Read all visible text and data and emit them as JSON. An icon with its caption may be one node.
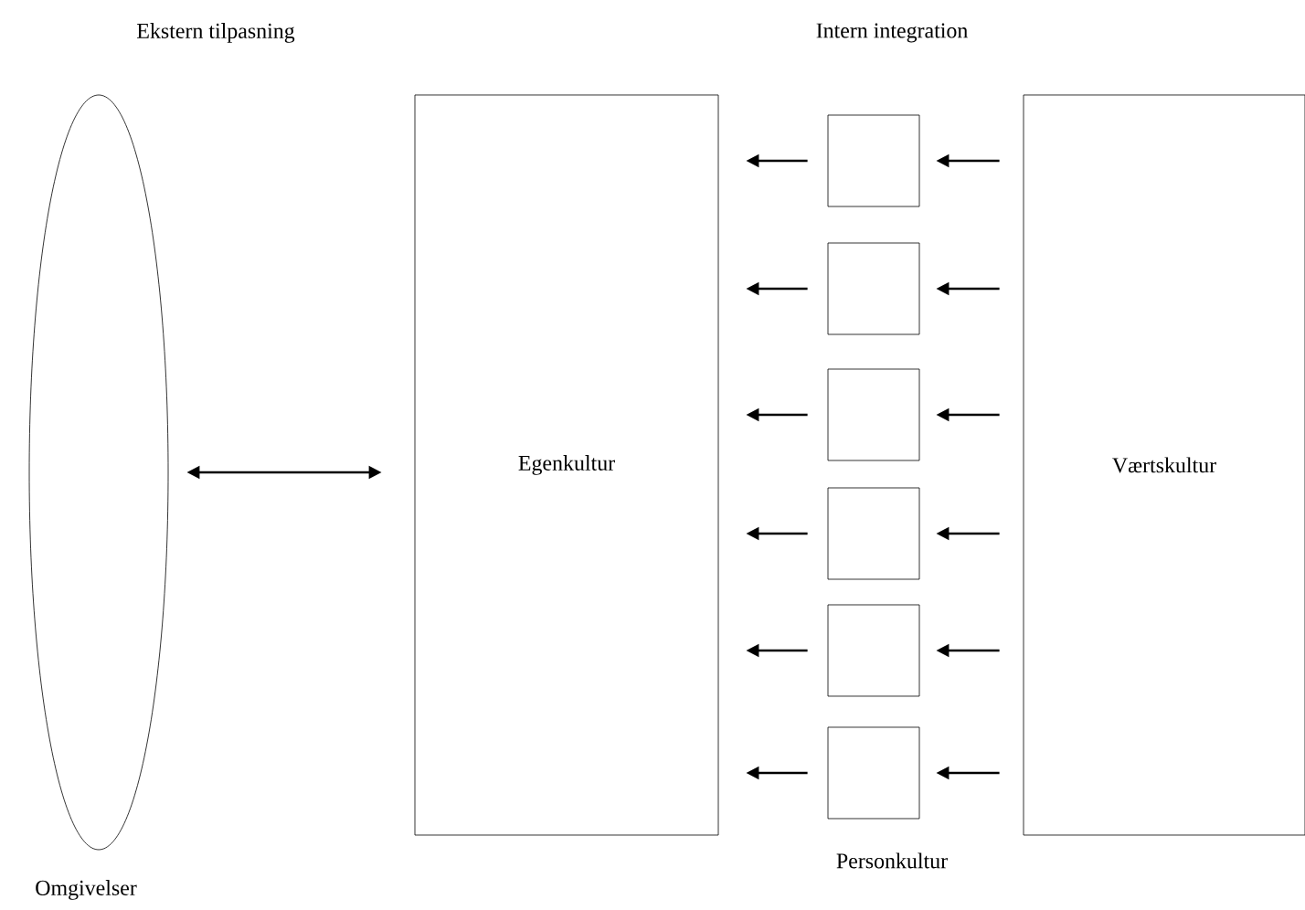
{
  "diagram": {
    "nodes": [
      {
        "text": [
          "Omgivelser"
        ]
      },
      {
        "text": [
          "Egenkultur"
        ]
      },
      {
        "text": [],
        "shape": "box"
      },
      {
        "text": [],
        "shape": "box"
      },
      {
        "text": [],
        "shape": "box"
      },
      {
        "text": [],
        "shape": "box"
      },
      {
        "text": [],
        "shape": "box"
      },
      {
        "text": [],
        "shape": "box"
      },
      {
        "text": [
          "Værtskultur"
        ]
      }
    ],
    "edges": [
      {
        "from": 0,
        "to": 1,
        "arrow": "both"
      },
      {
        "from": 8,
        "to": 2,
        "arrow": "to"
      },
      {
        "from": 2,
        "to": 1,
        "arrow": "to"
      },
      {
        "from": 8,
        "to": 3,
        "arrow": "to"
      },
      {
        "from": 3,
        "to": 1,
        "arrow": "to"
      },
      {
        "from": 8,
        "to": 4,
        "arrow": "to"
      },
      {
        "from": 4,
        "to": 1,
        "arrow": "to"
      },
      {
        "from": 8,
        "to": 5,
        "arrow": "to"
      },
      {
        "from": 5,
        "to": 1,
        "arrow": "to"
      },
      {
        "from": 8,
        "to": 6,
        "arrow": "to"
      },
      {
        "from": 6,
        "to": 1,
        "arrow": "to"
      },
      {
        "from": 8,
        "to": 7,
        "arrow": "to"
      },
      {
        "from": 7,
        "to": 1,
        "arrow": "to"
      }
    ],
    "labels": [
      "Ekstern tilpasning",
      "Intern integration",
      "Personkultur"
    ]
  }
}
